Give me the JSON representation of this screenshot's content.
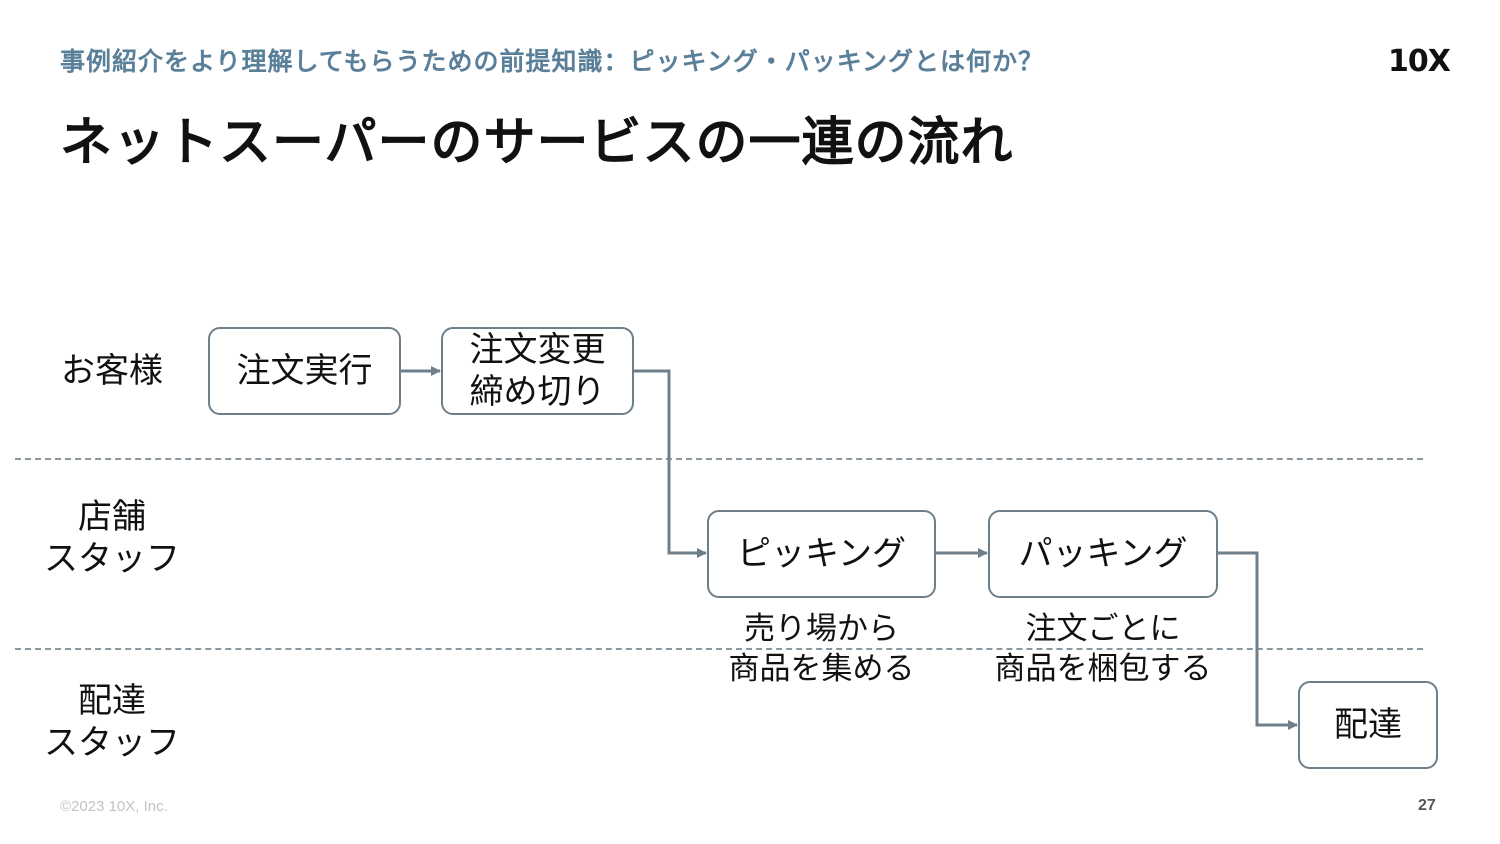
{
  "header": {
    "subtitle": "事例紹介をより理解してもらうための前提知識：ピッキング・パッキングとは何か？",
    "logo": "10X"
  },
  "title": "ネットスーパーのサービスの一連の流れ",
  "lanes": [
    {
      "label": "お客様"
    },
    {
      "label": "店舗\nスタッフ"
    },
    {
      "label": "配達\nスタッフ"
    }
  ],
  "steps": {
    "order": "注文実行",
    "deadline": "注文変更\n締め切り",
    "picking": "ピッキング",
    "packing": "パッキング",
    "delivery": "配達"
  },
  "notes": {
    "picking": "売り場から\n商品を集める",
    "packing": "注文ごとに\n商品を梱包する"
  },
  "colors": {
    "accent": "#5a7f99",
    "box_border": "#6f7f8a",
    "arrow": "#6f7f8a"
  },
  "footer": {
    "copyright": "©2023 10X, Inc.",
    "page": "27"
  }
}
